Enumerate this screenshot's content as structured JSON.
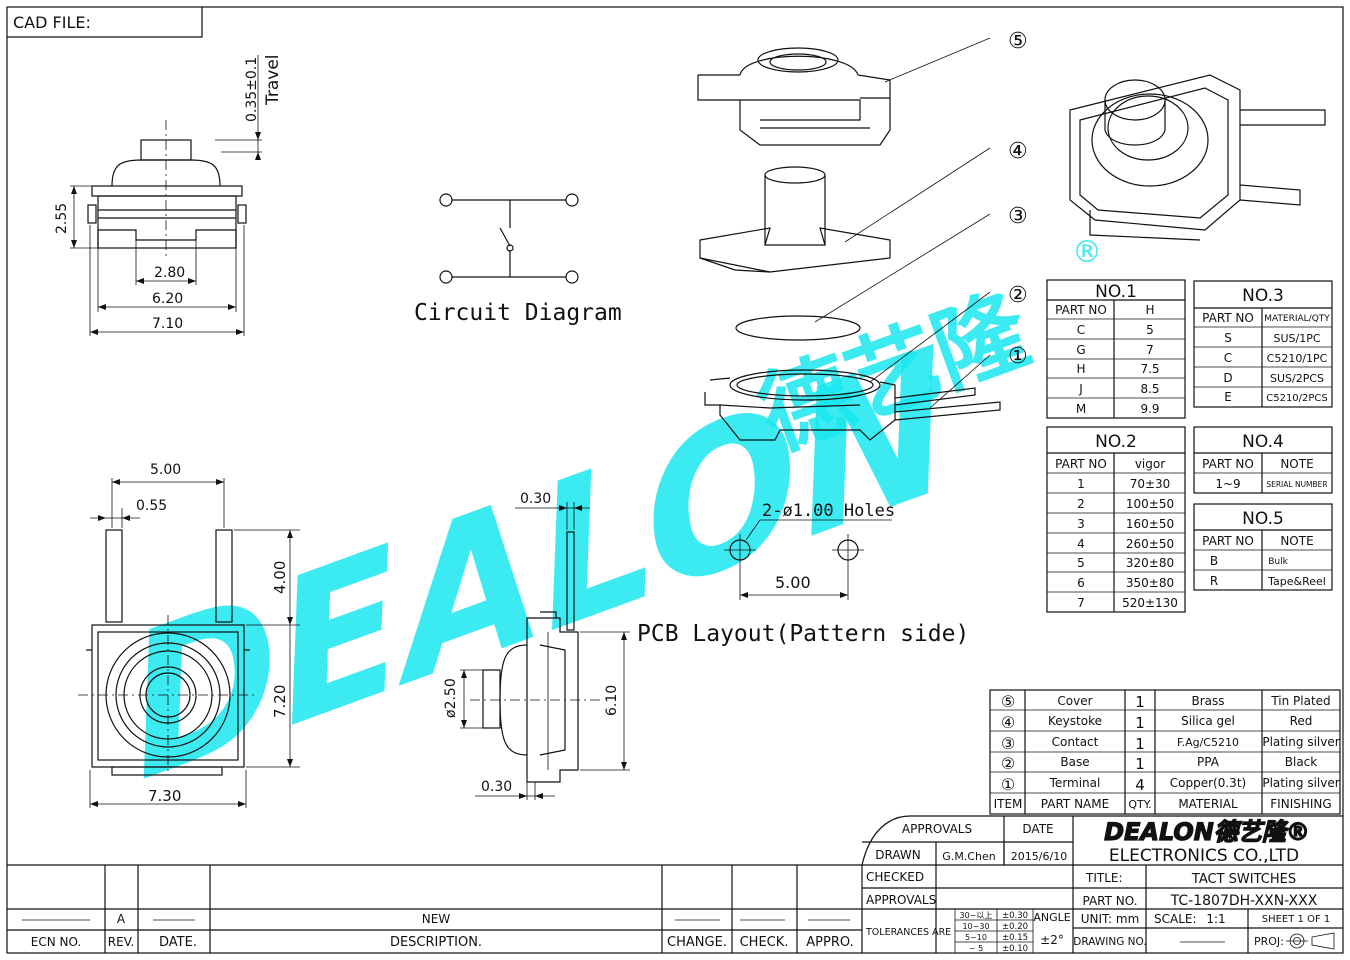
{
  "header": {
    "cad_file_label": "CAD FILE:"
  },
  "dims": {
    "travel": "0.35±0.1",
    "travel_label": "Travel",
    "h255": "2.55",
    "w280": "2.80",
    "w620": "6.20",
    "w710": "7.10",
    "w500_top": "5.00",
    "w055": "0.55",
    "h400": "4.00",
    "h720": "7.20",
    "w730": "7.30",
    "w030_top": "0.30",
    "d250": "ø2.50",
    "h610": "6.10",
    "w030_bot": "0.30",
    "pcb_holes": "2-ø1.00 Holes",
    "pcb_pitch": "5.00"
  },
  "labels": {
    "circuit": "Circuit Diagram",
    "pcb": "PCB Layout(Pattern side)",
    "callouts": [
      "⑤",
      "④",
      "③",
      "②",
      "①"
    ]
  },
  "watermark": {
    "brand": "DEALON",
    "cn": "德艺隆",
    "reg": "®"
  },
  "no1": {
    "title": "NO.1",
    "headers": [
      "PART NO",
      "H"
    ],
    "rows": [
      [
        "C",
        "5"
      ],
      [
        "G",
        "7"
      ],
      [
        "H",
        "7.5"
      ],
      [
        "J",
        "8.5"
      ],
      [
        "M",
        "9.9"
      ]
    ]
  },
  "no2": {
    "title": "NO.2",
    "headers": [
      "PART NO",
      "vigor"
    ],
    "rows": [
      [
        "1",
        "70±30"
      ],
      [
        "2",
        "100±50"
      ],
      [
        "3",
        "160±50"
      ],
      [
        "4",
        "260±50"
      ],
      [
        "5",
        "320±80"
      ],
      [
        "6",
        "350±80"
      ],
      [
        "7",
        "520±130"
      ]
    ]
  },
  "no3": {
    "title": "NO.3",
    "headers": [
      "PART NO",
      "MATERIAL/QTY"
    ],
    "rows": [
      [
        "S",
        "SUS/1PC"
      ],
      [
        "C",
        "C5210/1PC"
      ],
      [
        "D",
        "SUS/2PCS"
      ],
      [
        "E",
        "C5210/2PCS"
      ]
    ]
  },
  "no4": {
    "title": "NO.4",
    "headers": [
      "PART NO",
      "NOTE"
    ],
    "rows": [
      [
        "1~9",
        "SERIAL NUMBER"
      ]
    ]
  },
  "no5": {
    "title": "NO.5",
    "headers": [
      "PART NO",
      "NOTE"
    ],
    "rows": [
      [
        "B",
        "Bulk"
      ],
      [
        "R",
        "Tape&Reel"
      ]
    ]
  },
  "bom": {
    "rows": [
      [
        "⑤",
        "Cover",
        "1",
        "Brass",
        "Tin Plated"
      ],
      [
        "④",
        "Keystoke",
        "1",
        "Silica gel",
        "Red"
      ],
      [
        "③",
        "Contact",
        "1",
        "F.Ag/C5210",
        "Plating silver"
      ],
      [
        "②",
        "Base",
        "1",
        "PPA",
        "Black"
      ],
      [
        "①",
        "Terminal",
        "4",
        "Copper(0.3t)",
        "Plating silver"
      ]
    ],
    "headers": [
      "ITEM",
      "PART NAME",
      "QTY.",
      "MATERIAL",
      "FINISHING"
    ]
  },
  "title_block": {
    "approvals_hdr": "APPROVALS",
    "date_hdr": "DATE",
    "drawn": "DRAWN",
    "drawn_by": "G.M.Chen",
    "drawn_date": "2015/6/10",
    "checked": "CHECKED",
    "approvals": "APPROVALS",
    "company_logo": "DEALON德艺隆®",
    "company": "ELECTRONICS CO.,LTD",
    "title_lbl": "TITLE:",
    "title_val": "TACT SWITCHES",
    "partno_lbl": "PART NO.",
    "partno_val": "TC-1807DH-XXN-XXX",
    "tol_lbl": "TOLERANCES ARE",
    "tol_ranges": [
      "30~以上",
      "10~30",
      "5~10",
      "~ 5"
    ],
    "tol_vals": [
      "±0.30",
      "±0.20",
      "±0.15",
      "±0.10"
    ],
    "angle_lbl": "ANGLE",
    "angle_val": "±2°",
    "unit": "UNIT: mm",
    "scale_lbl": "SCALE:",
    "scale_val": "1:1",
    "sheet": "SHEET  1 OF 1",
    "drawing_no": "DRAWING NO.",
    "proj": "PROJ:"
  },
  "revision": {
    "rev_val": "A",
    "desc_val": "NEW",
    "headers": [
      "ECN NO.",
      "REV.",
      "DATE.",
      "DESCRIPTION.",
      "CHANGE.",
      "CHECK.",
      "APPRO."
    ]
  }
}
